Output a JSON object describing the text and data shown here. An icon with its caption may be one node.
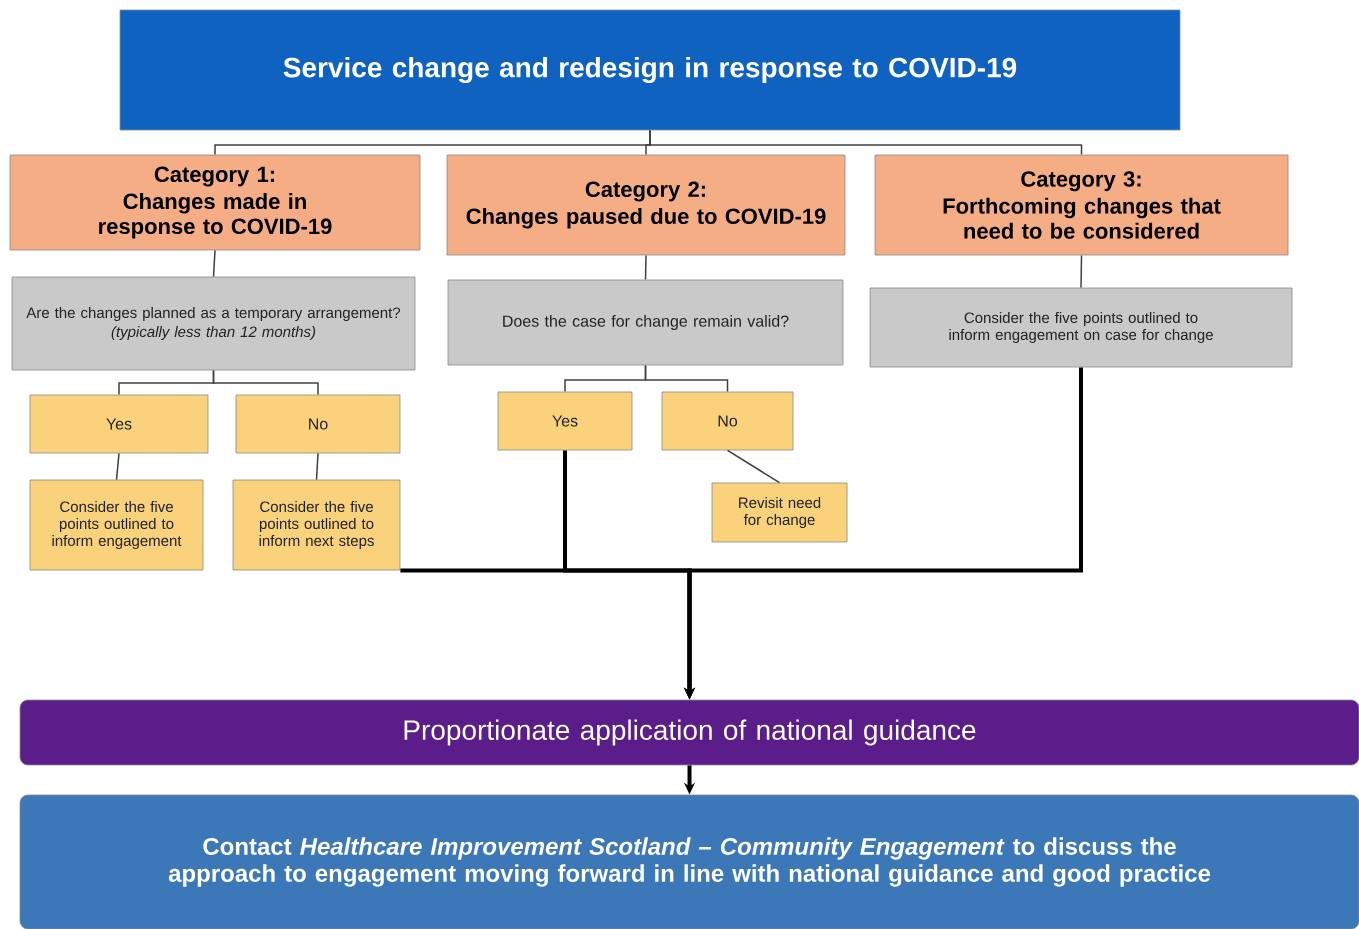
{
  "diagram": {
    "nodes": [
      {
        "text": [
          "Service change and redesign in response to COVID-19"
        ]
      },
      {
        "text": [
          "Category 1:",
          "Changes made in response to COVID-19"
        ]
      },
      {
        "text": [
          "Category 2:",
          "Changes paused due to COVID-19"
        ]
      },
      {
        "text": [
          "Category 3:",
          "Forthcoming changes that need to be considered"
        ]
      },
      {
        "text": [
          "Are the changes planned as a temporary arrangement?",
          "(typically less than 12 months)"
        ]
      },
      {
        "text": [
          "Yes"
        ]
      },
      {
        "text": [
          "No"
        ]
      },
      {
        "text": [
          "Consider the five points outlined to inform engagement"
        ]
      },
      {
        "text": [
          "Consider the five points outlined to inform next steps"
        ]
      },
      {
        "text": [
          "Does the case for change remain valid?"
        ]
      },
      {
        "text": [
          "Yes"
        ]
      },
      {
        "text": [
          "No"
        ]
      },
      {
        "text": [
          "Revisit need for change"
        ]
      },
      {
        "text": [
          "Consider the five points outlined to inform engagement on case for change"
        ]
      },
      {
        "text": [
          "Proportionate application of national guidance"
        ]
      },
      {
        "text": [
          "Contact *Healthcare Improvement Scotland – Community Engagement* to discuss the approach to engagement moving forward in line with national guidance and good practice"
        ]
      }
    ],
    "edges": [
      {
        "from": 0,
        "to": 1,
        "arrow": "none"
      },
      {
        "from": 0,
        "to": 2,
        "arrow": "none"
      },
      {
        "from": 0,
        "to": 3,
        "arrow": "none"
      },
      {
        "from": 1,
        "to": 4,
        "arrow": "none"
      },
      {
        "from": 2,
        "to": 9,
        "arrow": "none"
      },
      {
        "from": 3,
        "to": 13,
        "arrow": "none"
      },
      {
        "from": 4,
        "to": 5,
        "arrow": "none"
      },
      {
        "from": 4,
        "to": 6,
        "arrow": "none"
      },
      {
        "from": 5,
        "to": 7,
        "arrow": "none"
      },
      {
        "from": 6,
        "to": 8,
        "arrow": "none"
      },
      {
        "from": 9,
        "to": 10,
        "arrow": "none"
      },
      {
        "from": 9,
        "to": 11,
        "arrow": "none"
      },
      {
        "from": 11,
        "to": 12,
        "arrow": "none"
      },
      {
        "from": 8,
        "to": 14,
        "arrow": "to",
        "style": "thick"
      },
      {
        "from": 10,
        "to": 14,
        "arrow": "to",
        "style": "thick"
      },
      {
        "from": 13,
        "to": 14,
        "arrow": "to",
        "style": "thick"
      },
      {
        "from": 14,
        "to": 15,
        "arrow": "to",
        "style": "thick"
      }
    ]
  }
}
